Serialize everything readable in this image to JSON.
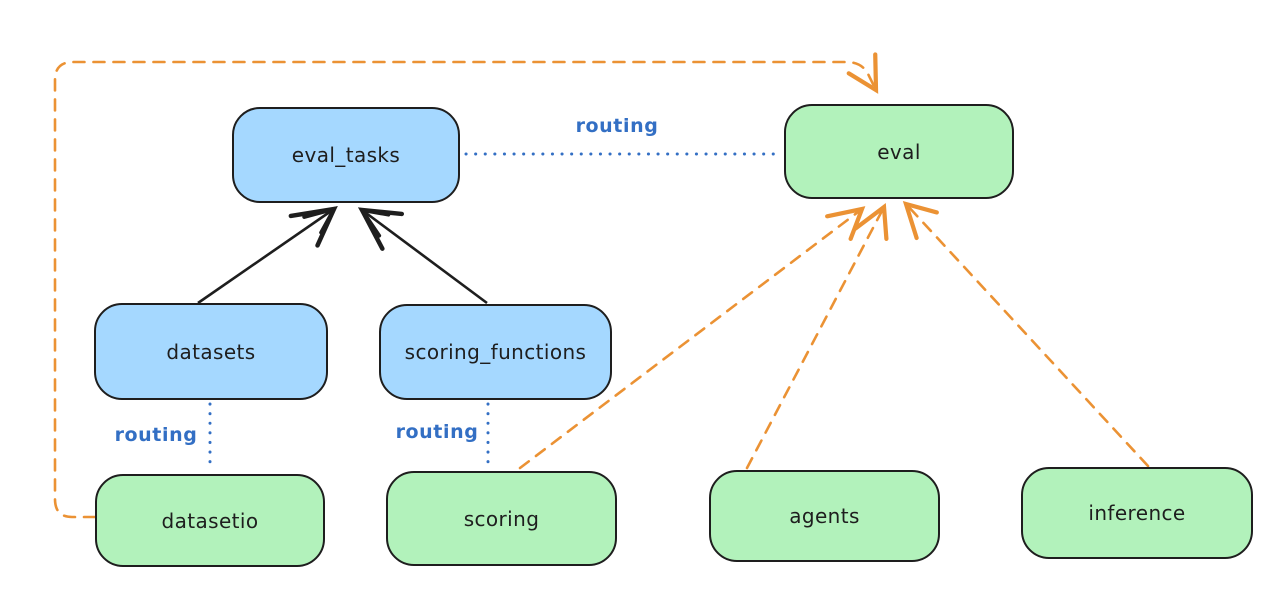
{
  "diagram": {
    "type": "architecture-diagram",
    "background": "#ffffff",
    "colors": {
      "api_node_fill": "#a5d8ff",
      "provider_node_fill": "#b2f2bb",
      "node_border": "#1e1e1e",
      "solid_edge": "#1e1e1e",
      "routing_edge": "#336fc4",
      "provider_edge": "#eb9234"
    },
    "nodes": [
      {
        "id": "eval_tasks",
        "label": "eval_tasks",
        "kind": "api"
      },
      {
        "id": "eval",
        "label": "eval",
        "kind": "provider"
      },
      {
        "id": "datasets",
        "label": "datasets",
        "kind": "api"
      },
      {
        "id": "scoring_functions",
        "label": "scoring_functions",
        "kind": "api"
      },
      {
        "id": "datasetio",
        "label": "datasetio",
        "kind": "provider"
      },
      {
        "id": "scoring",
        "label": "scoring",
        "kind": "provider"
      },
      {
        "id": "agents",
        "label": "agents",
        "kind": "provider"
      },
      {
        "id": "inference",
        "label": "inference",
        "kind": "provider"
      }
    ],
    "edges": [
      {
        "from": "datasets",
        "to": "eval_tasks",
        "style": "solid-arrow",
        "color": "#1e1e1e"
      },
      {
        "from": "scoring_functions",
        "to": "eval_tasks",
        "style": "solid-arrow",
        "color": "#1e1e1e"
      },
      {
        "from": "eval_tasks",
        "to": "eval",
        "style": "dotted",
        "label": "routing",
        "color": "#336fc4"
      },
      {
        "from": "datasets",
        "to": "datasetio",
        "style": "dotted",
        "label": "routing",
        "color": "#336fc4"
      },
      {
        "from": "scoring_functions",
        "to": "scoring",
        "style": "dotted",
        "label": "routing",
        "color": "#336fc4"
      },
      {
        "from": "datasetio",
        "to": "eval",
        "style": "dashed-arrow",
        "color": "#eb9234"
      },
      {
        "from": "scoring",
        "to": "eval",
        "style": "dashed-arrow",
        "color": "#eb9234"
      },
      {
        "from": "agents",
        "to": "eval",
        "style": "dashed-arrow",
        "color": "#eb9234"
      },
      {
        "from": "inference",
        "to": "eval",
        "style": "dashed-arrow",
        "color": "#eb9234"
      }
    ]
  }
}
